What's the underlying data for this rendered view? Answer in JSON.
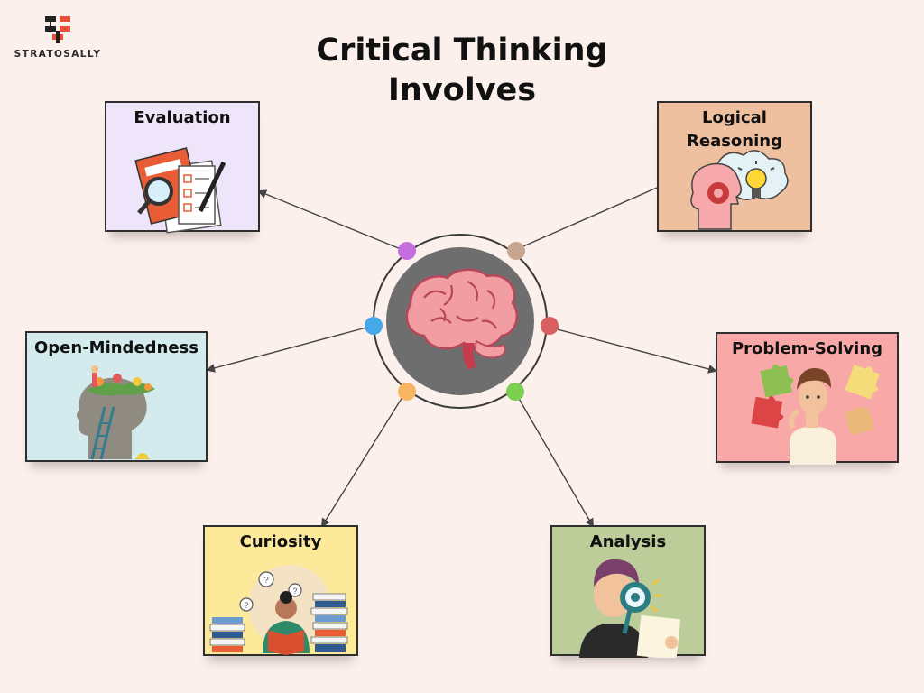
{
  "brand": {
    "name": "STRATOSALLY"
  },
  "title": {
    "line1": "Critical Thinking",
    "line2": "Involves"
  },
  "hub": {
    "image": "brain-icon"
  },
  "nodes": [
    {
      "id": "evaluation",
      "label": "Evaluation",
      "card_color": "#efe5fb",
      "dot_color": "#c56ee0",
      "icon": "clipboard-magnifier-icon"
    },
    {
      "id": "logical-reasoning",
      "label": "Logical Reasoning",
      "line1": "Logical",
      "line2": "Reasoning",
      "card_color": "#efc0a0",
      "dot_color": "#c8a58e",
      "icon": "head-lightbulb-icon"
    },
    {
      "id": "open-mindedness",
      "label": "Open-Mindedness",
      "card_color": "#d3ebec",
      "dot_color": "#45a8e8",
      "icon": "head-ladder-plant-icon"
    },
    {
      "id": "problem-solving",
      "label": "Problem-Solving",
      "card_color": "#f8a8a6",
      "dot_color": "#d96060",
      "icon": "person-puzzle-icon"
    },
    {
      "id": "curiosity",
      "label": "Curiosity",
      "card_color": "#fde99a",
      "dot_color": "#f5b562",
      "icon": "reader-books-icon"
    },
    {
      "id": "analysis",
      "label": "Analysis",
      "card_color": "#bccd9a",
      "dot_color": "#7cd050",
      "icon": "person-magnifier-icon"
    }
  ]
}
